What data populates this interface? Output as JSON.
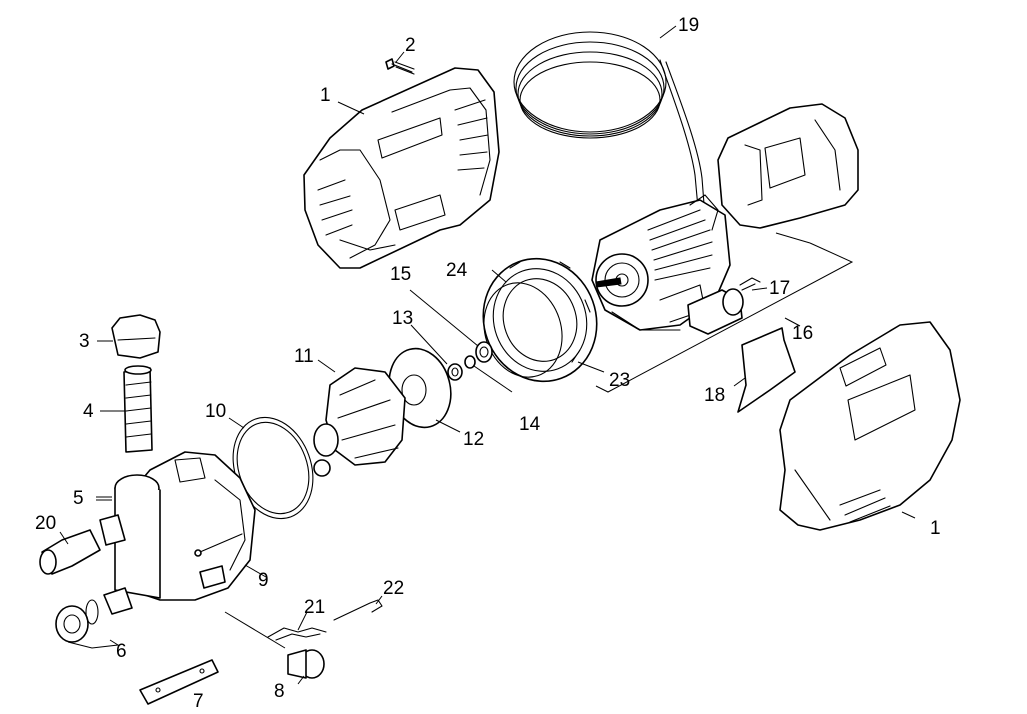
{
  "diagram": {
    "title": "",
    "callouts": {
      "c1a": "1",
      "c1b": "1",
      "c2": "2",
      "c3": "3",
      "c4": "4",
      "c5": "5",
      "c6": "6",
      "c7": "7",
      "c8": "8",
      "c9": "9",
      "c10": "10",
      "c11": "11",
      "c12": "12",
      "c13": "13",
      "c14": "14",
      "c15": "15",
      "c16": "16",
      "c17": "17",
      "c18": "18",
      "c19": "19",
      "c20": "20",
      "c21": "21",
      "c22": "22",
      "c23": "23",
      "c24": "24"
    },
    "colors": {
      "line": "#000000",
      "background": "#ffffff"
    }
  }
}
